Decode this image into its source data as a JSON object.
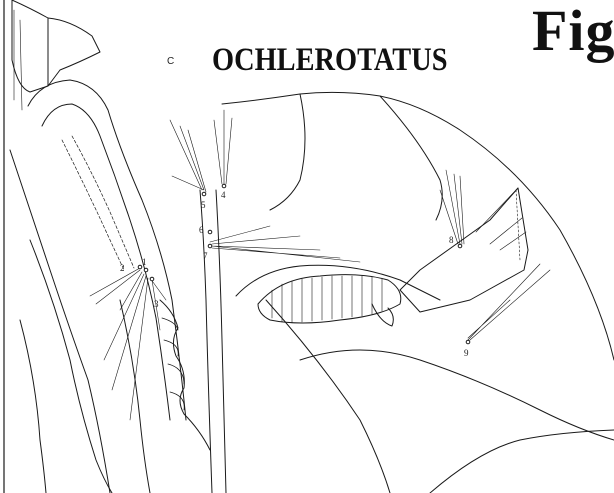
{
  "header": {
    "figure_title": "Fig",
    "genus": "OCHLEROTATUS",
    "panel_letter": "C"
  },
  "setae_labels": [
    "2",
    "1",
    "3",
    "4",
    "5",
    "6",
    "7",
    "8",
    "9"
  ],
  "colors": {
    "ink": "#1a1a1a",
    "paper": "#ffffff"
  }
}
